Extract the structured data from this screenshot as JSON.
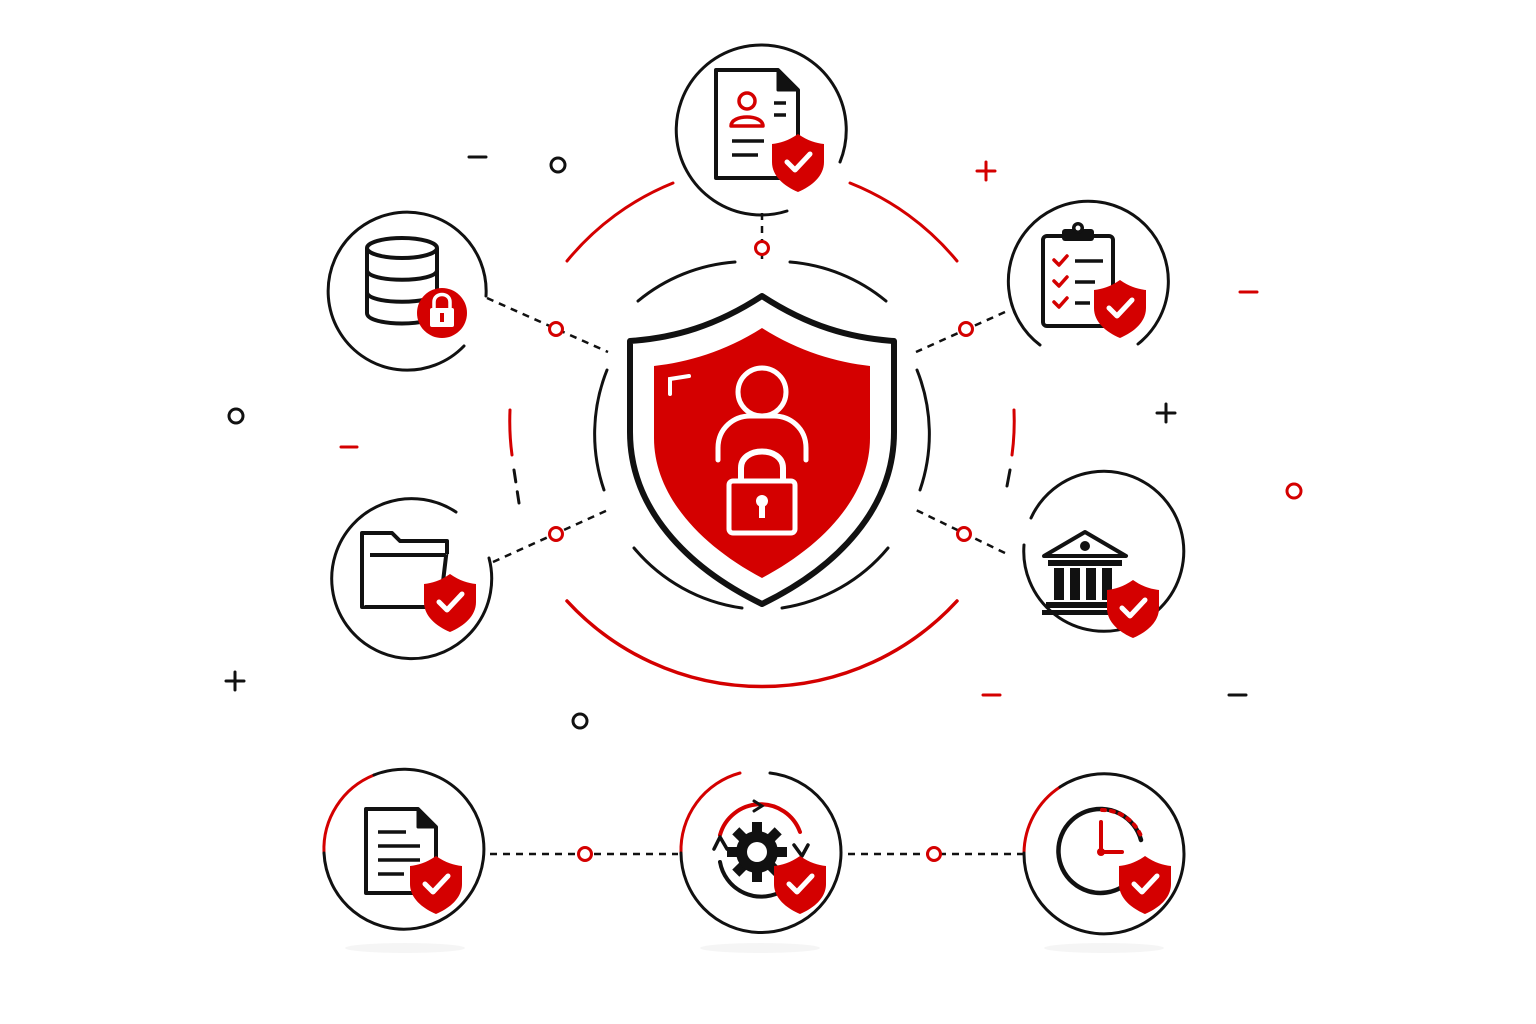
{
  "colors": {
    "accent": "#d40000",
    "ink": "#111111",
    "background": "#ffffff"
  },
  "center": {
    "icon": "shield-user-lock-icon"
  },
  "nodes": [
    {
      "id": "profile-document",
      "icon": "user-profile-document-icon",
      "badge": "shield-check-icon"
    },
    {
      "id": "database",
      "icon": "database-icon",
      "badge": "padlock-icon"
    },
    {
      "id": "checklist",
      "icon": "clipboard-checklist-icon",
      "badge": "shield-check-icon"
    },
    {
      "id": "folder",
      "icon": "folder-icon",
      "badge": "shield-check-icon"
    },
    {
      "id": "institution",
      "icon": "bank-building-icon",
      "badge": "shield-check-icon"
    },
    {
      "id": "document",
      "icon": "document-icon",
      "badge": "shield-check-icon"
    },
    {
      "id": "process",
      "icon": "gear-cycle-icon",
      "badge": "shield-check-icon"
    },
    {
      "id": "time",
      "icon": "clock-icon",
      "badge": "shield-check-icon"
    }
  ]
}
